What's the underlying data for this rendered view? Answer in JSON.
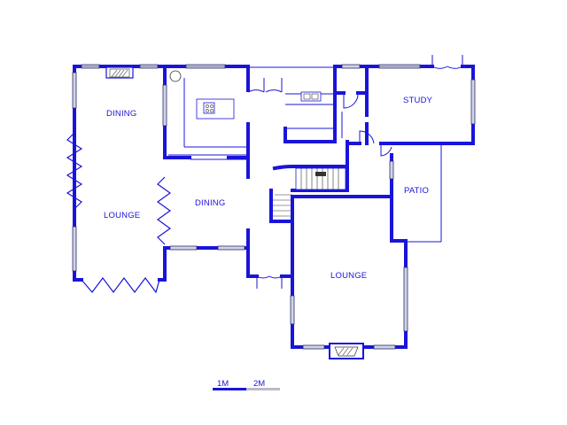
{
  "floor_plan": {
    "rooms": {
      "dining_left": "DINING",
      "lounge_left": "LOUNGE",
      "dining_center": "DINING",
      "study": "STUDY",
      "patio": "PATIO",
      "lounge_main": "LOUNGE"
    },
    "scale": {
      "mark_1": "1M",
      "mark_2": "2M"
    },
    "colors": {
      "wall": "#1a14d9",
      "window_glass": "#cfd4ea",
      "background": "#ffffff"
    }
  }
}
